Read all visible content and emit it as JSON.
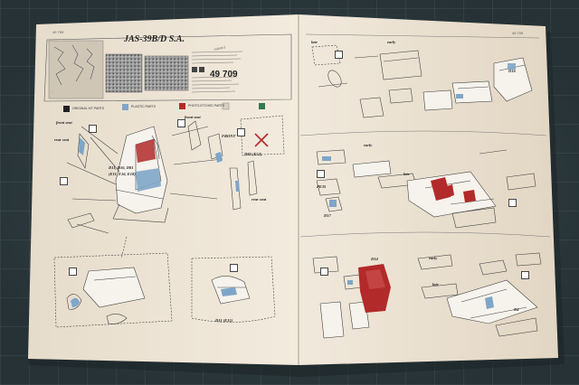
{
  "sheet": {
    "title": "JAS-39B/D S.A.",
    "brand": "eduard",
    "product_number": "49 709",
    "page_left_code": "49 709",
    "page_right_code": "49 709",
    "colors": {
      "background": "#2c3a3e",
      "paper": "#efe6d8",
      "ink": "#333333",
      "photoetch_red": "#b22a2a",
      "photoetch_blue": "#7ea6c8"
    }
  },
  "left_page": {
    "legend": {
      "original_kit_parts": "ORIGINAL KIT PARTS",
      "plastic_parts": "PLASTIC PARTS",
      "photo_etched_parts": "PHOTO-ETCHED PARTS"
    },
    "labels": {
      "front_seat_1": "front seat",
      "front_seat_2": "front seat",
      "rear_seat_1": "rear seat",
      "rear_seat_2": "rear seat",
      "front": "FRONT",
      "d_parts_1": "D11, D16, D81",
      "d_parts_2": "(E11, E16, E18)",
      "d_parts_3": "D11 (E15)",
      "d_parts_4": "D80 (E53)"
    }
  },
  "right_page": {
    "labels": {
      "late_1": "late",
      "early_1": "early",
      "early_2": "early",
      "late_2": "late",
      "early_3": "early",
      "late_3": "late",
      "part_d16": "D16",
      "part_d17": "D17",
      "part_pe35": "PE35",
      "part_d4": "D4",
      "part_d14": "D14"
    }
  }
}
